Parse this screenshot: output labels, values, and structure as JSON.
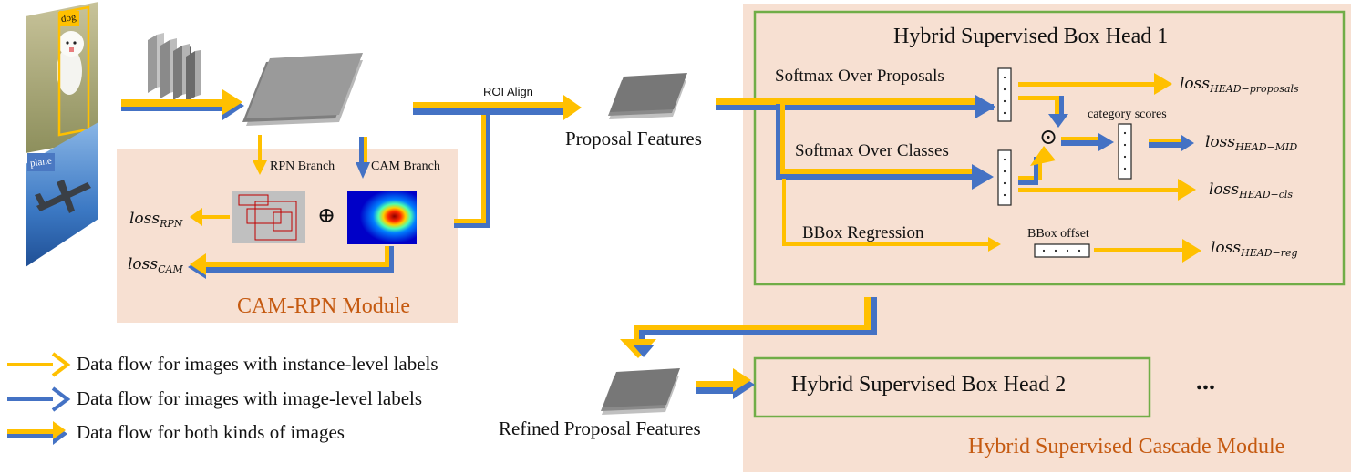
{
  "inputs": {
    "dog_label": "dog",
    "plane_label": "plane"
  },
  "cam_rpn": {
    "rpn_branch": "RPN Branch",
    "cam_branch": "CAM Branch",
    "loss_rpn": {
      "base": "loss",
      "sub": "RPN"
    },
    "loss_cam": {
      "base": "loss",
      "sub": "CAM"
    },
    "oplus": "⊕",
    "module_label": "CAM-RPN Module"
  },
  "roi_align": "ROI Align",
  "proposal_features": "Proposal Features",
  "refined_proposal_features": "Refined Proposal Features",
  "head1": {
    "title": "Hybrid Supervised Box Head 1",
    "softmax_proposals": "Softmax Over Proposals",
    "softmax_classes": "Softmax Over Classes",
    "bbox_regression": "BBox Regression",
    "category_scores": "category scores",
    "bbox_offset": "BBox offset",
    "odot": "⊙",
    "loss_proposals": {
      "base": "loss",
      "sub": "HEAD−proposals"
    },
    "loss_mid": {
      "base": "loss",
      "sub": "HEAD−MID"
    },
    "loss_cls": {
      "base": "loss",
      "sub": "HEAD−cls"
    },
    "loss_reg": {
      "base": "loss",
      "sub": "HEAD−reg"
    }
  },
  "head2": {
    "title": "Hybrid Supervised Box Head 2",
    "ellipsis": "..."
  },
  "cascade_label": "Hybrid Supervised Cascade Module",
  "legend": [
    {
      "text": "Data flow for images with instance-level labels",
      "kind": "instance"
    },
    {
      "text": "Data flow for images with image-level labels",
      "kind": "image"
    },
    {
      "text": "Data flow for both kinds of images",
      "kind": "both"
    }
  ],
  "colors": {
    "yellow": "#ffc000",
    "blue": "#4472c4",
    "peach": "#f7e0d2",
    "green": "#70ad47",
    "orange_text": "#c55a11"
  }
}
